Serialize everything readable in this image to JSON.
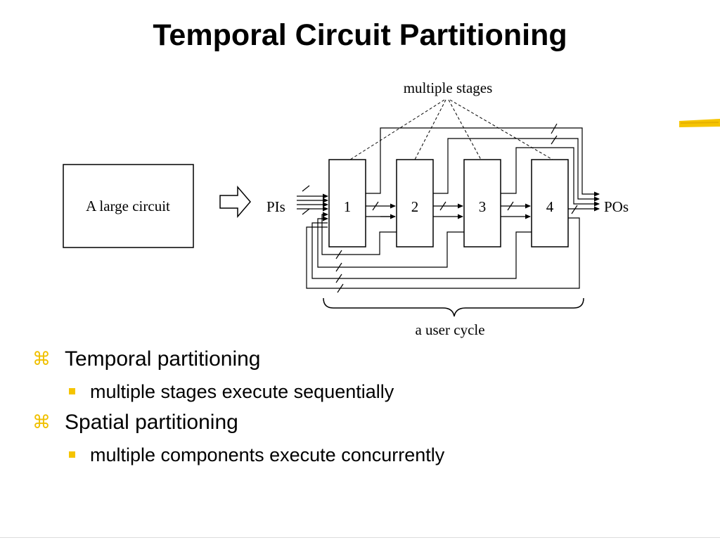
{
  "slide": {
    "title": "Temporal Circuit Partitioning"
  },
  "diagram": {
    "source_label": "A  large circuit",
    "stages_label": "multiple stages",
    "inputs_label": "PIs",
    "outputs_label": "POs",
    "stages": [
      "1",
      "2",
      "3",
      "4"
    ],
    "cycle_label": "a user cycle"
  },
  "bullets": [
    {
      "text": "Temporal partitioning",
      "sub": "multiple stages execute sequentially"
    },
    {
      "text": "Spatial partitioning",
      "sub": "multiple components execute concurrently"
    }
  ],
  "colors": {
    "accent": "#f5c400",
    "text": "#000000"
  }
}
